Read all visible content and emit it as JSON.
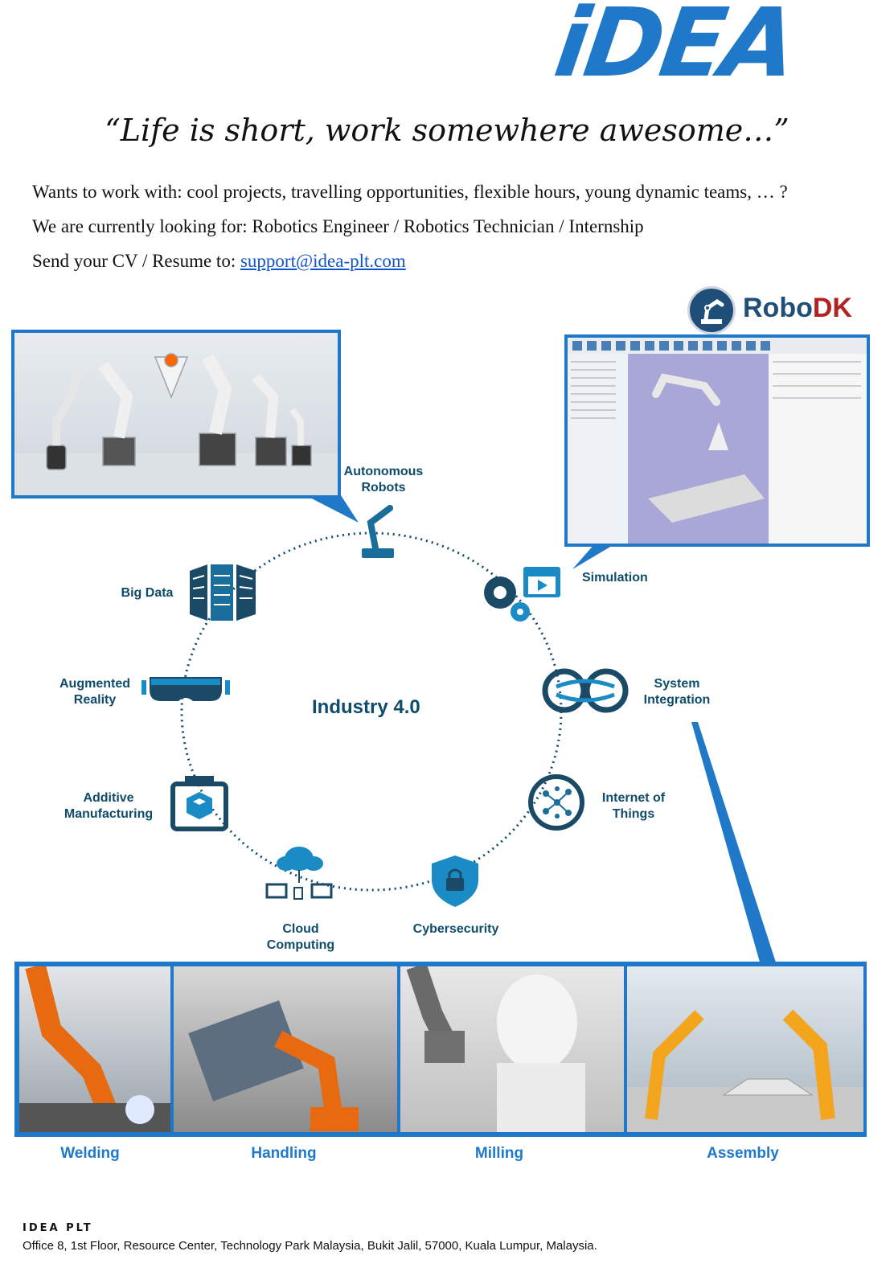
{
  "brand": {
    "logo_text": "iDEA",
    "color_primary": "#1f78c8",
    "color_dark": "#0f4c6b"
  },
  "slogan": "“Life is short, work somewhere awesome…”",
  "intro": {
    "line1": "Wants to work with: cool projects, travelling opportunities, flexible hours, young dynamic teams, … ?",
    "line2": "We are currently looking for: Robotics Engineer / Robotics Technician / Internship",
    "line3_prefix": "Send your CV / Resume to: ",
    "email": "support@idea-plt.com"
  },
  "robodk": {
    "name_robo": "Robo",
    "name_dk": "DK"
  },
  "diagram": {
    "center": "Industry 4.0",
    "items": {
      "autonomous_robots": "Autonomous\nRobots",
      "simulation": "Simulation",
      "system_integration": "System\nIntegration",
      "internet_of_things": "Internet of\nThings",
      "cybersecurity": "Cybersecurity",
      "cloud_computing": "Cloud\nComputing",
      "additive_manufacturing": "Additive\nManufacturing",
      "augmented_reality": "Augmented\nReality",
      "big_data": "Big Data"
    }
  },
  "applications": [
    "Welding",
    "Handling",
    "Milling",
    "Assembly"
  ],
  "footer": {
    "company": "IDEA PLT",
    "address": "Office 8, 1st Floor, Resource Center, Technology Park Malaysia, Bukit Jalil, 57000, Kuala Lumpur, Malaysia."
  }
}
